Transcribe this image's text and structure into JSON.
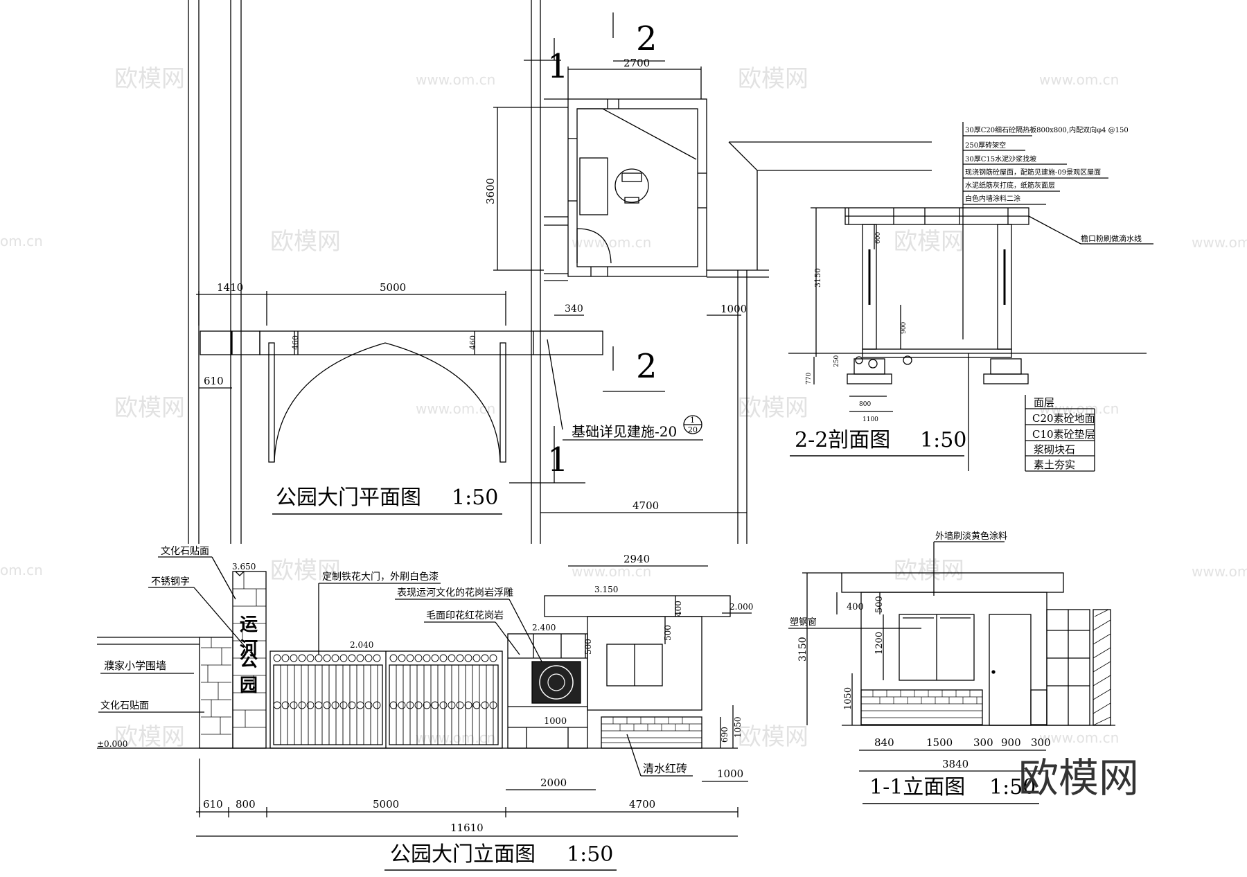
{
  "watermarks": {
    "logo": "欧模网",
    "url": "www.om.cn",
    "url_partial": "om.cn",
    "big_logo": "欧模网"
  },
  "plan": {
    "title": "公园大门平面图",
    "scale": "1:50",
    "section_marks": {
      "one": "1",
      "two": "2"
    },
    "dims": {
      "guard_width": "2700",
      "guard_depth": "3600",
      "left_pier": "1410",
      "gate_span": "5000",
      "post_offset": "610",
      "post_depth_left": "460",
      "post_depth_right": "460",
      "wall_340": "340",
      "right_1000": "1000",
      "total_4700": "4700"
    },
    "foundation_note": "基础详见建施-20",
    "detail_callout": {
      "top": "1",
      "bottom": "20"
    }
  },
  "section22": {
    "title": "2-2剖面图",
    "scale": "1:50",
    "roof_layers": [
      "30厚C20细石砼隔热板800x800,内配双向φ4 @150",
      "250厚砖架空",
      "30厚C15水泥沙浆找坡",
      "现浇钢筋砼屋面，配筋见建施-09景观区屋面",
      "水泥纸筋灰打底，纸筋灰面层",
      "白色内墙涂料二涂"
    ],
    "eave_note": "檐口粉刷做滴水线",
    "dims": {
      "height": "3150",
      "win_top": "600",
      "win_low": "900",
      "base": "250",
      "found": "770",
      "f1": "800",
      "f2": "1100"
    },
    "floor_layers": [
      "面层",
      "C20素砼地面",
      "C10素砼垫层",
      "浆砌块石",
      "素土夯实"
    ]
  },
  "elevation11": {
    "title": "1-1立面图",
    "scale": "1:50",
    "paint_note": "外墙刷淡黄色涂料",
    "window_note": "塑钢窗",
    "dims": {
      "h3150": "3150",
      "h400": "400",
      "h500": "500",
      "h1200": "1200",
      "h1050": "1050",
      "w840": "840",
      "w1500": "1500",
      "w300a": "300",
      "w900": "900",
      "w300b": "300",
      "total": "3840"
    }
  },
  "elevation": {
    "title": "公园大门立面图",
    "scale": "1:50",
    "labels": {
      "culture_stone_top": "文化石贴面",
      "stainless_text": "不锈钢字",
      "iron_gate": "定制铁花大门，外刷白色漆",
      "relief": "表现运河文化的花岗岩浮雕",
      "granite": "毛面印花红花岗岩",
      "school_wall": "濮家小学围墙",
      "culture_stone_bottom": "文化石贴面",
      "red_brick": "清水红砖"
    },
    "sign_chars": [
      "运",
      "河",
      "公",
      "园"
    ],
    "levels": {
      "top": "3.650",
      "gate": "2.040",
      "relief": "2.400",
      "roof": "3.150",
      "right": "2.000",
      "ground": "±0.000"
    },
    "dims": {
      "d2940": "2940",
      "d400": "400",
      "d500a": "500",
      "d500b": "500",
      "d1000": "1000",
      "d690": "690",
      "d1050": "1050",
      "d1000r": "1000",
      "d2000": "2000",
      "d610": "610",
      "d800": "800",
      "d5000": "5000",
      "d4700": "4700",
      "total": "11610"
    }
  }
}
